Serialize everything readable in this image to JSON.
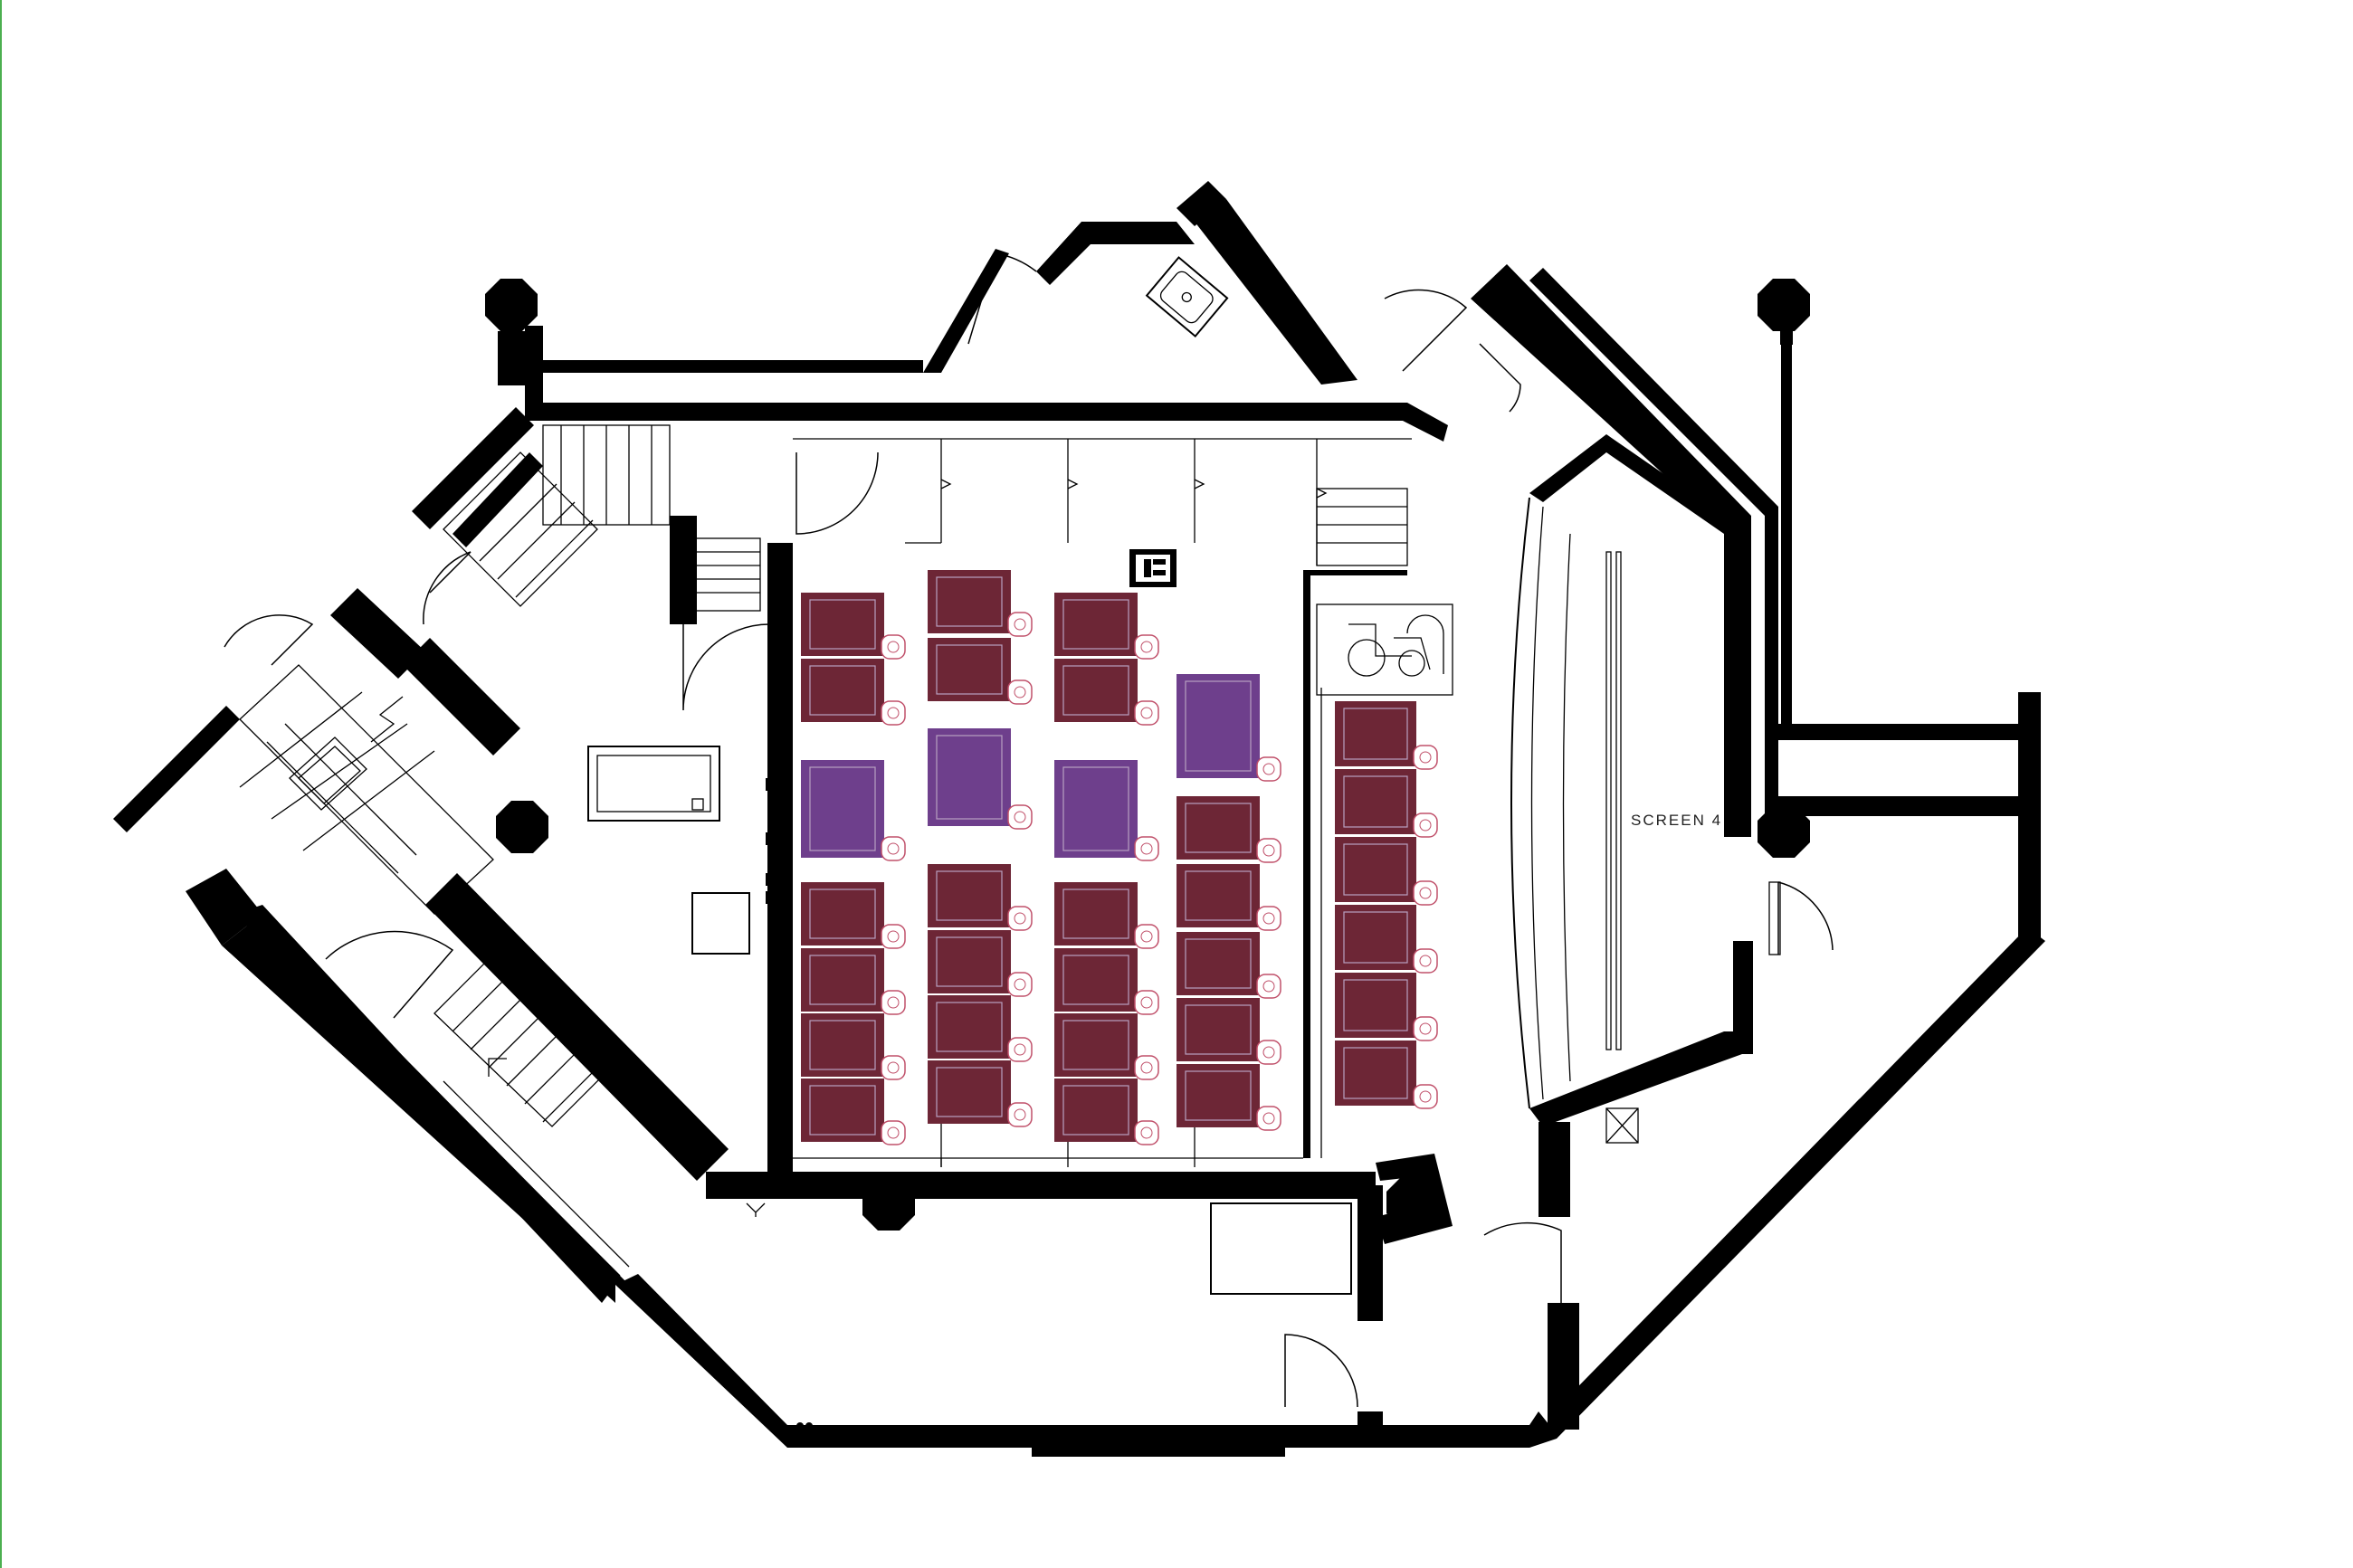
{
  "plan": {
    "screen_label": "SCREEN  4",
    "accent_colors": {
      "standard_seat": "#6d2636",
      "wide_seat": "#6e3f8c",
      "cup_holder": "#c0506a",
      "frame_line": "#4caf50"
    },
    "seat_blocks": [
      {
        "name": "column-1",
        "seats": [
          "std",
          "std",
          "wide",
          "std",
          "std",
          "std",
          "std"
        ]
      },
      {
        "name": "column-2",
        "seats": [
          "std",
          "std",
          "wide",
          "std",
          "std",
          "std",
          "std"
        ]
      },
      {
        "name": "column-3",
        "seats": [
          "std",
          "std",
          "wide",
          "std",
          "std",
          "std",
          "std"
        ]
      },
      {
        "name": "column-4",
        "seats": [
          "wide",
          "std",
          "std",
          "std",
          "std",
          "std"
        ]
      },
      {
        "name": "column-5",
        "seats": [
          "std",
          "std",
          "std",
          "std",
          "std",
          "std"
        ]
      }
    ],
    "icons": [
      "wheelchair-space-icon",
      "sink-icon",
      "column-icon",
      "door-swing-icon",
      "stair-icon",
      "lift-icon"
    ]
  }
}
